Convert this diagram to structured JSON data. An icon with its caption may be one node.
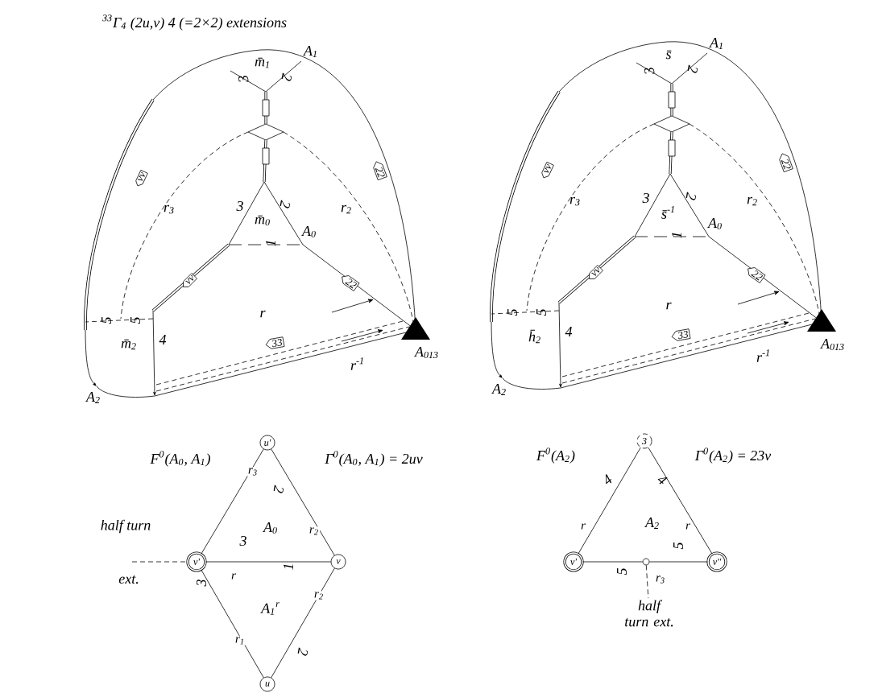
{
  "diagram": {
    "title": "$^{33}$Γ$_{4}$ (2u,v)  4 (=2×2) extensions",
    "nodes": [
      {
        "text": [
          "vv"
        ]
      },
      {
        "text": [
          "22"
        ]
      },
      {
        "text": [
          "vv"
        ]
      },
      {
        "text": [
          "22"
        ]
      },
      {
        "text": [
          "33"
        ]
      },
      {
        "text": [
          "vv"
        ]
      },
      {
        "text": [
          "22"
        ]
      },
      {
        "text": [
          "vv"
        ]
      },
      {
        "text": [
          "22"
        ]
      },
      {
        "text": [
          "33"
        ]
      },
      {
        "text": [
          "u'"
        ]
      },
      {
        "text": [
          "v'"
        ]
      },
      {
        "text": [
          "v"
        ]
      },
      {
        "text": [
          "u"
        ]
      },
      {
        "text": [
          "3"
        ]
      },
      {
        "text": [
          "v'"
        ]
      },
      {
        "text": [
          "v''"
        ]
      },
      {
        "text": [],
        "shape": "circle"
      },
      {
        "text": [
          "half turn ext."
        ]
      }
    ],
    "edges": [
      {
        "from": 10,
        "to": 11,
        "arrow": "none",
        "label": "r$_{3}$"
      },
      {
        "from": 10,
        "to": 12,
        "arrow": "none",
        "label": "r$_{2}$"
      },
      {
        "from": 11,
        "to": 12,
        "arrow": "none",
        "label": "r"
      },
      {
        "from": 11,
        "to": 13,
        "arrow": "none",
        "label": "r$_{1}$"
      },
      {
        "from": 12,
        "to": 13,
        "arrow": "none",
        "label": "r$_{2}$"
      },
      {
        "from": null,
        "to": 11,
        "arrow": "none",
        "style": "dashed"
      },
      {
        "from": 14,
        "to": 15,
        "arrow": "none",
        "label": "r"
      },
      {
        "from": 14,
        "to": 16,
        "arrow": "none",
        "label": "r"
      },
      {
        "from": 15,
        "to": 17,
        "arrow": "none"
      },
      {
        "from": 17,
        "to": 16,
        "arrow": "none"
      },
      {
        "from": 17,
        "to": 18,
        "arrow": "none",
        "style": "dashed",
        "label": "r$_{3}$"
      }
    ],
    "labels": [
      "A$_{1}$",
      "m̄$_{1}$",
      "3",
      "2",
      "r$_{3}$",
      "3",
      "2",
      "r$_{2}$",
      "m̄$_{0}$",
      "A$_{0}$",
      "1",
      "r",
      "5",
      "5",
      "4",
      "m̄$_{2}$",
      "A$_{013}$",
      "r$^{-1}$",
      "A$_{2}$",
      "A$_{1}$",
      "s̄",
      "3",
      "2",
      "r$_{3}$",
      "3",
      "2",
      "r$_{2}$",
      "s̄$^{-1}$",
      "A$_{0}$",
      "1",
      "r",
      "5",
      "5",
      "4",
      "h̄$_{2}$",
      "A$_{013}$",
      "r$^{-1}$",
      "A$_{2}$",
      "F$^{0}$(A$_{0}$, A$_{1}$)",
      "Γ$^{0}$(A$_{0}$, A$_{1}$) = 2uv",
      "2",
      "half turn",
      "3",
      "A$_{0}$",
      "ext.",
      "3",
      "1",
      "A$_{1}$$^{r}$",
      "2",
      "F$^{0}$(A$_{2}$)",
      "Γ$^{0}$(A$_{2}$) = 23v",
      "4",
      "4",
      "A$_{2}$",
      "5",
      "5"
    ]
  }
}
